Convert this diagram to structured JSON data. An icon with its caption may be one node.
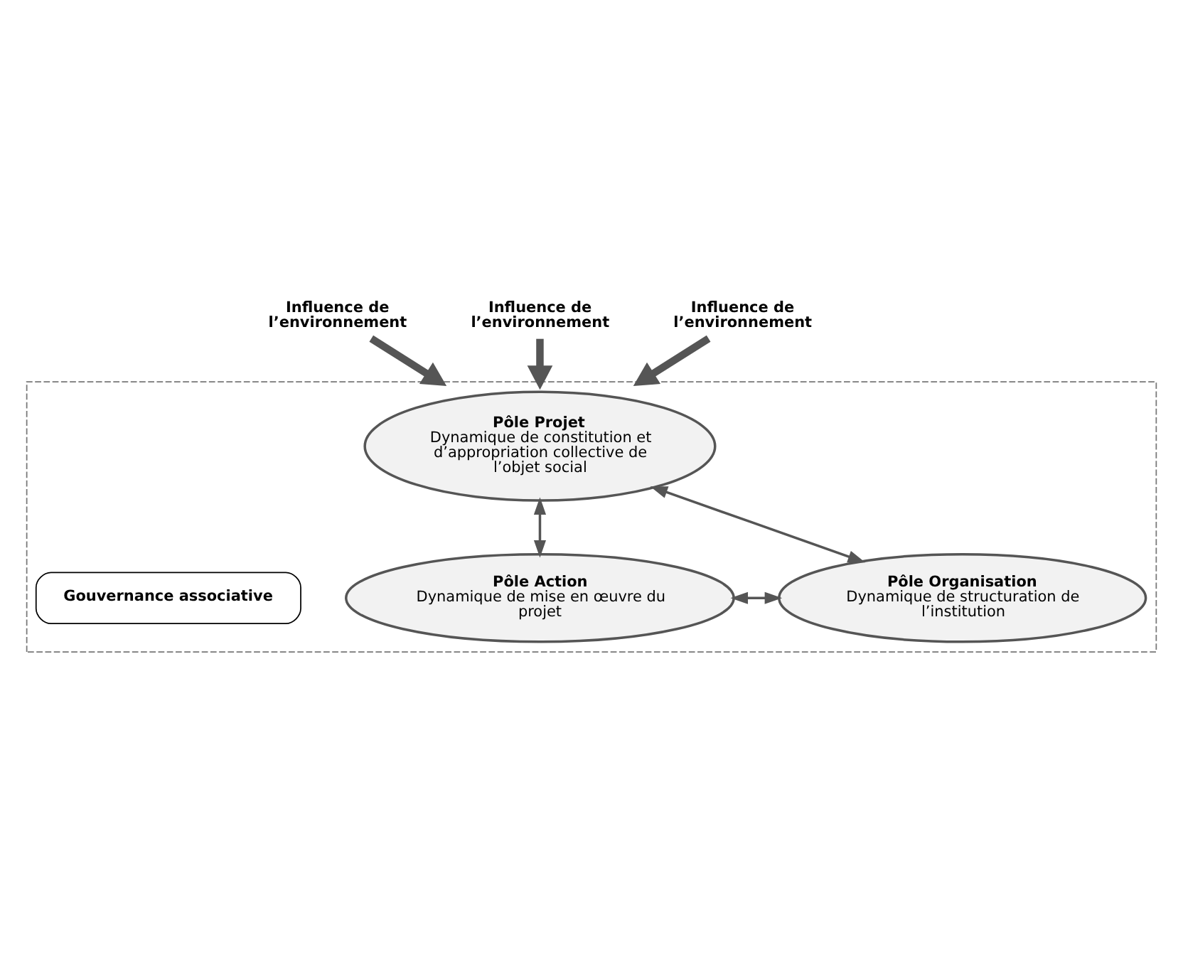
{
  "diagram": {
    "nodes": [
      {
        "text": [],
        "shape": "triangle"
      },
      {
        "text": [
          "Pôle Projet",
          "Dynamique de constitution et d’appropriation collective de l’objet social"
        ],
        "in": 0
      },
      {
        "text": [
          "Gouvernance associative"
        ],
        "in": 0
      },
      {
        "text": [
          "Pôle Action",
          "Dynamique de mise en œuvre du projet"
        ],
        "in": 0
      },
      {
        "text": [
          "Pôle Organisation",
          "Dynamique de structuration de l’institution"
        ],
        "in": 0
      },
      {
        "text": [
          "Influence de l’environnement"
        ]
      },
      {
        "text": [
          "Influence de l’environnement"
        ]
      },
      {
        "text": [
          "Influence de l’environnement"
        ]
      }
    ],
    "edges": [
      {
        "from": 1,
        "to": 3,
        "arrow": "both"
      },
      {
        "from": 1,
        "to": 4,
        "arrow": "both"
      },
      {
        "from": 3,
        "to": 4,
        "arrow": "both"
      },
      {
        "from": 5,
        "to": 0,
        "arrow": "to",
        "style": "thick"
      },
      {
        "from": 6,
        "to": 0,
        "arrow": "to",
        "style": "thick"
      },
      {
        "from": 7,
        "to": 0,
        "arrow": "to",
        "style": "thick"
      }
    ]
  }
}
